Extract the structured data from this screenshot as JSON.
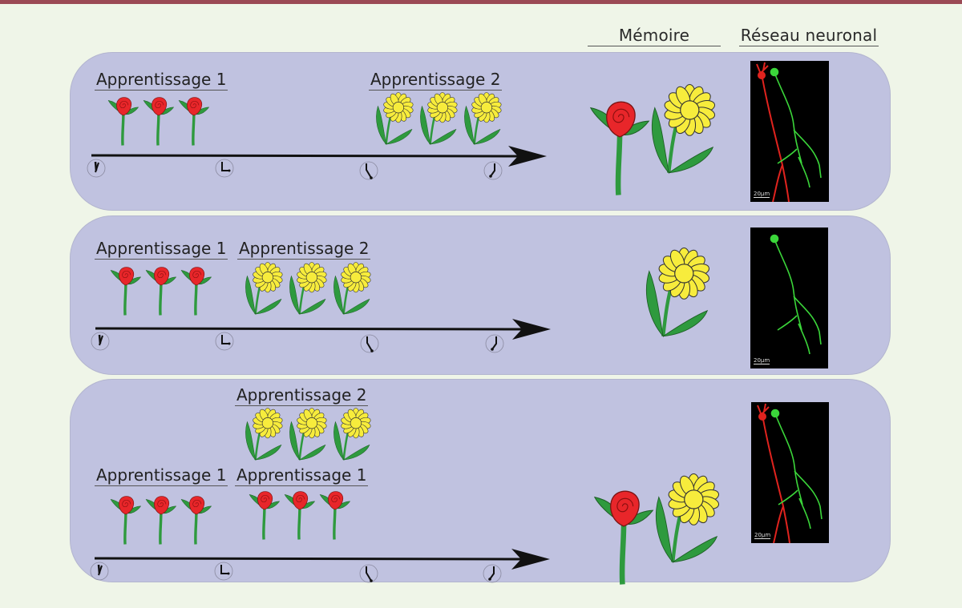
{
  "header": {
    "memory": "Mémoire",
    "neural_network": "Réseau neuronal"
  },
  "colors": {
    "background": "#eff5e8",
    "top_bar": "#9b4a55",
    "panel": "#c0c2e0",
    "rose": "#e8262a",
    "daisy": "#f7ec3c",
    "leaf": "#2e9a3e",
    "neuron_red": "#e0231e",
    "neuron_green": "#3bd63a"
  },
  "panels": [
    {
      "id": "scenario-1",
      "learnings": [
        {
          "label": "Apprentissage 1",
          "flower": "rose",
          "count": 3
        },
        {
          "label": "Apprentissage 2",
          "flower": "daisy",
          "count": 3
        }
      ],
      "timeline_clocks": 4,
      "memory": [
        "rose",
        "daisy"
      ],
      "neuron": {
        "channels": [
          "red",
          "green"
        ],
        "scale": "20µm"
      }
    },
    {
      "id": "scenario-2",
      "learnings": [
        {
          "label": "Apprentissage 1",
          "flower": "rose",
          "count": 3
        },
        {
          "label": "Apprentissage 2",
          "flower": "daisy",
          "count": 3
        }
      ],
      "timeline_clocks": 4,
      "memory": [
        "daisy"
      ],
      "neuron": {
        "channels": [
          "green"
        ],
        "scale": "20µm"
      }
    },
    {
      "id": "scenario-3",
      "learnings": [
        {
          "label": "Apprentissage 1",
          "flower": "rose",
          "count": 3
        },
        {
          "label": "Apprentissage 2",
          "flower": "daisy",
          "count": 3
        },
        {
          "label": "Apprentissage 1",
          "flower": "rose",
          "count": 3
        }
      ],
      "timeline_clocks": 4,
      "memory": [
        "rose",
        "daisy"
      ],
      "neuron": {
        "channels": [
          "red",
          "green"
        ],
        "scale": "20µm"
      }
    }
  ]
}
